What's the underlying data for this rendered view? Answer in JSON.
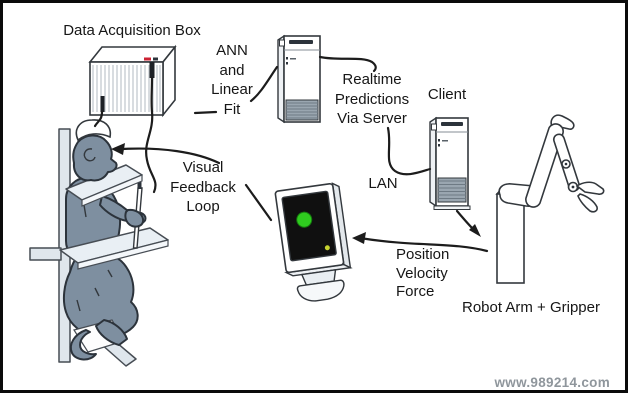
{
  "diagram": {
    "labels": {
      "data_acquisition_box": "Data Acquisition Box",
      "ann_linear_fit": "ANN\nand\nLinear\nFit",
      "realtime_predictions": "Realtime\nPredictions\nVia Server",
      "client": "Client",
      "lan": "LAN",
      "visual_feedback_loop": "Visual\nFeedback\nLoop",
      "position_velocity_force": "Position\nVelocity\nForce",
      "robot_arm_gripper": "Robot Arm + Gripper",
      "watermark": "www.989214.com"
    },
    "colors": {
      "line_color": "#1c1c1c",
      "monkey_fill": "#7e8fa0",
      "monkey_outline": "#2c333b",
      "chair_fill": "#dfe6ec",
      "tray_fill": "#e9eff4",
      "screen_fill": "#101010",
      "target_dot": "#2fcb1f",
      "cursor_dot": "#c6d32f",
      "vent_fill": "#9aa6b0",
      "vent_stripe": "#6e7a84",
      "red_indicator": "#cc2233",
      "watermark_color": "#8f969c"
    }
  }
}
